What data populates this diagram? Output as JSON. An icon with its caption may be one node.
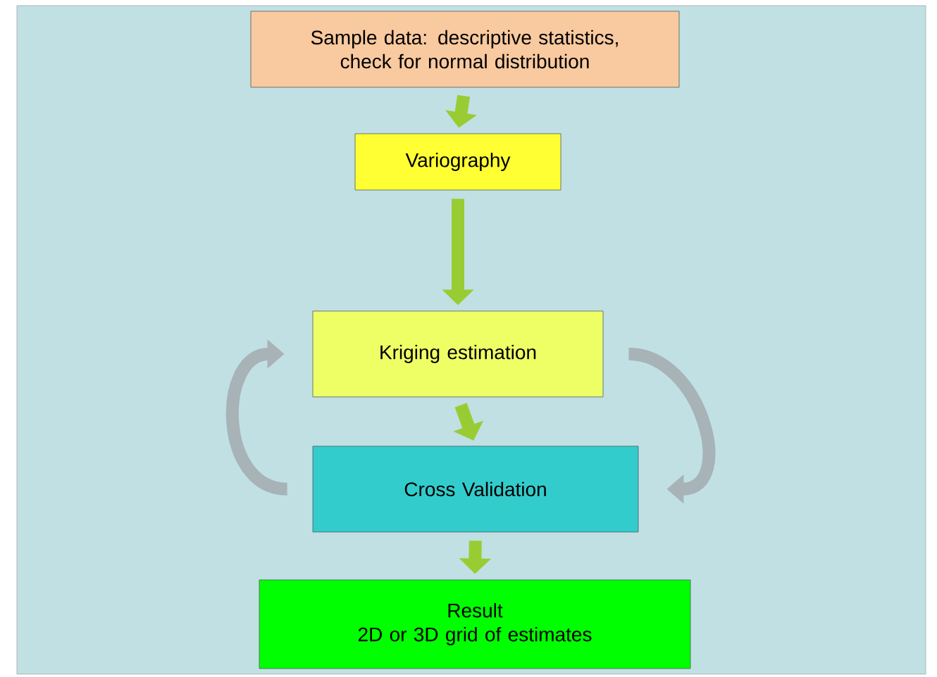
{
  "diagram": {
    "nodes": [
      {
        "text": [
          "Sample data: descriptive statistics, check for normal distribution"
        ]
      },
      {
        "text": [
          "Variography"
        ]
      },
      {
        "text": [
          "Kriging estimation"
        ]
      },
      {
        "text": [
          "Cross Validation"
        ]
      },
      {
        "text": [
          "Result",
          "2D or 3D grid of estimates"
        ]
      }
    ],
    "edges": [
      {
        "from": 0,
        "to": 1,
        "arrow": "to"
      },
      {
        "from": 1,
        "to": 2,
        "arrow": "to"
      },
      {
        "from": 2,
        "to": 3,
        "arrow": "to"
      },
      {
        "from": 3,
        "to": 4,
        "arrow": "to"
      },
      {
        "from": 3,
        "to": 2,
        "arrow": "to",
        "color": "#a7b3b7"
      },
      {
        "from": 2,
        "to": 3,
        "arrow": "to",
        "color": "#a7b3b7"
      }
    ]
  }
}
